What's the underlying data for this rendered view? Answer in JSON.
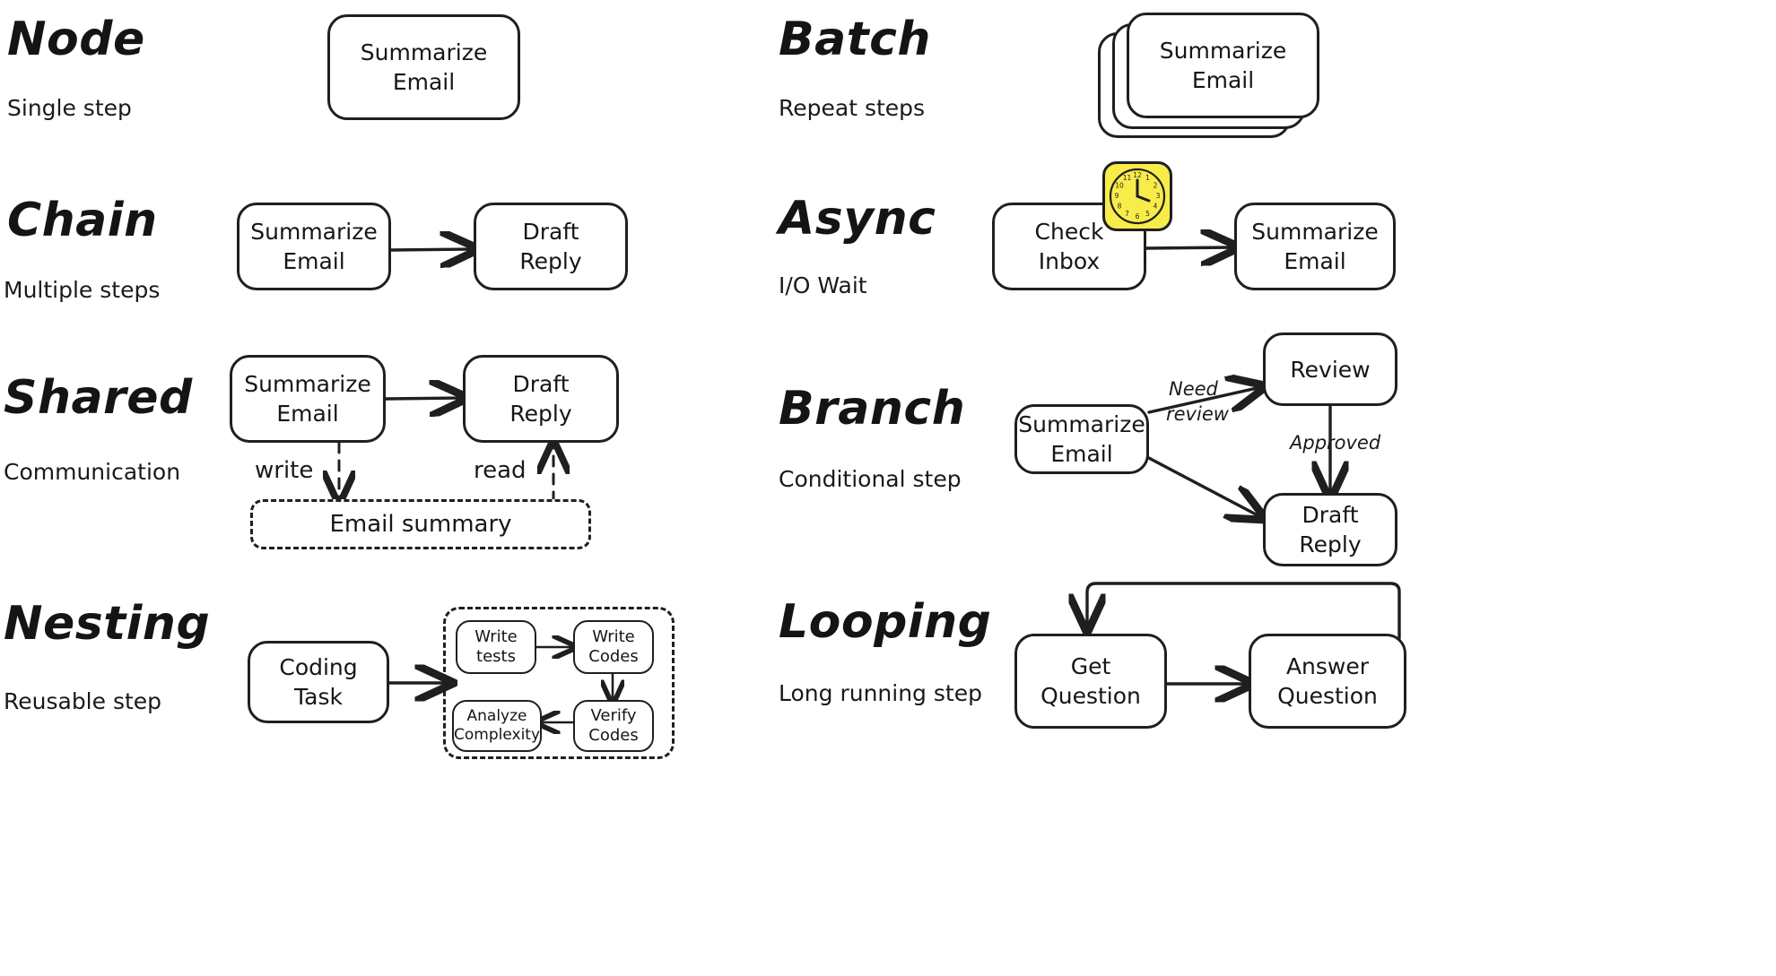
{
  "sections": [
    {
      "id": "node",
      "title": "Node",
      "subtitle": "Single step",
      "nodes": [
        {
          "id": "summarize-email",
          "lines": [
            "Summarize",
            "Email"
          ]
        }
      ]
    },
    {
      "id": "batch",
      "title": "Batch",
      "subtitle": "Repeat steps",
      "nodes": [
        {
          "id": "summarize-email",
          "lines": [
            "Summarize",
            "Email"
          ]
        }
      ],
      "stack_count": 3
    },
    {
      "id": "chain",
      "title": "Chain",
      "subtitle": "Multiple steps",
      "nodes": [
        {
          "id": "summarize-email",
          "lines": [
            "Summarize",
            "Email"
          ]
        },
        {
          "id": "draft-reply",
          "lines": [
            "Draft",
            "Reply"
          ]
        }
      ]
    },
    {
      "id": "async",
      "title": "Async",
      "subtitle": "I/O Wait",
      "nodes": [
        {
          "id": "check-inbox",
          "lines": [
            "Check",
            "Inbox"
          ]
        },
        {
          "id": "summarize-email",
          "lines": [
            "Summarize",
            "Email"
          ]
        }
      ],
      "icon": "clock-icon"
    },
    {
      "id": "shared",
      "title": "Shared",
      "subtitle": "Communication",
      "nodes": [
        {
          "id": "summarize-email",
          "lines": [
            "Summarize",
            "Email"
          ]
        },
        {
          "id": "draft-reply",
          "lines": [
            "Draft",
            "Reply"
          ]
        }
      ],
      "store": "Email summary",
      "edge_labels": [
        "write",
        "read"
      ]
    },
    {
      "id": "branch",
      "title": "Branch",
      "subtitle": "Conditional step",
      "nodes": [
        {
          "id": "summarize-email",
          "lines": [
            "Summarize",
            "Email"
          ]
        },
        {
          "id": "review",
          "lines": [
            "Review"
          ]
        },
        {
          "id": "draft-reply",
          "lines": [
            "Draft",
            "Reply"
          ]
        }
      ],
      "edge_labels": [
        "Need",
        "review",
        "Approved"
      ]
    },
    {
      "id": "nesting",
      "title": "Nesting",
      "subtitle": "Reusable step",
      "nodes": [
        {
          "id": "coding-task",
          "lines": [
            "Coding",
            "Task"
          ]
        },
        {
          "id": "write-tests",
          "lines": [
            "Write",
            "tests"
          ]
        },
        {
          "id": "write-codes",
          "lines": [
            "Write",
            "Codes"
          ]
        },
        {
          "id": "verify-codes",
          "lines": [
            "Verify",
            "Codes"
          ]
        },
        {
          "id": "analyze-complexity",
          "lines": [
            "Analyze",
            "Complexity"
          ]
        }
      ]
    },
    {
      "id": "looping",
      "title": "Looping",
      "subtitle": "Long running step",
      "nodes": [
        {
          "id": "get-question",
          "lines": [
            "Get",
            "Question"
          ]
        },
        {
          "id": "answer-question",
          "lines": [
            "Answer",
            "Question"
          ]
        }
      ]
    }
  ],
  "clock": {
    "numerals": [
      "12",
      "1",
      "2",
      "3",
      "4",
      "5",
      "6",
      "7",
      "8",
      "9",
      "10",
      "11"
    ],
    "color": "#f7ec4a"
  },
  "colors": {
    "ink": "#1f1f1f",
    "background": "#ffffff",
    "accent": "#f7ec4a"
  }
}
